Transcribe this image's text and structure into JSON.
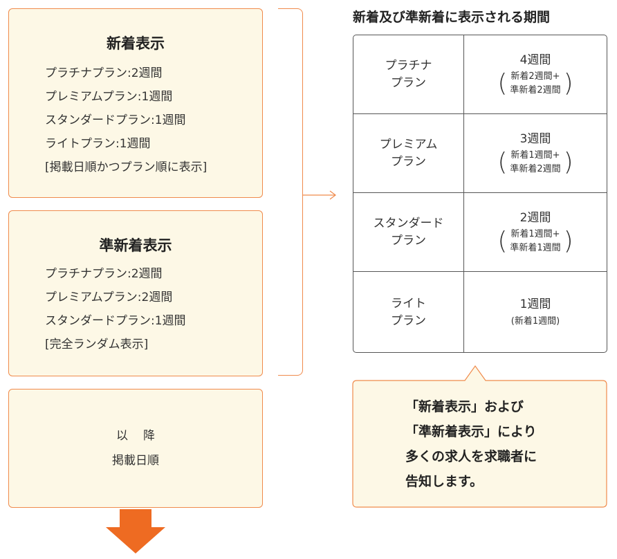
{
  "new_display": {
    "title": "新着表示",
    "items": [
      "プラチナプラン:2週間",
      "プレミアムプラン:1週間",
      "スタンダードプラン:1週間",
      "ライトプラン:1週間",
      "[掲載日順かつプラン順に表示]"
    ]
  },
  "semi_new_display": {
    "title": "準新着表示",
    "items": [
      "プラチナプラン:2週間",
      "プレミアムプラン:2週間",
      "スタンダードプラン:1週間",
      "[完全ランダム表示]"
    ]
  },
  "after": {
    "line1": "以降",
    "line2": "掲載日順"
  },
  "period_table": {
    "title": "新着及び準新着に表示される期間",
    "rows": [
      {
        "plan_line1": "プラチナ",
        "plan_line2": "プラン",
        "total": "4週間",
        "detail1": "新着2週間+",
        "detail2": "準新着2週間"
      },
      {
        "plan_line1": "プレミアム",
        "plan_line2": "プラン",
        "total": "3週間",
        "detail1": "新着1週間+",
        "detail2": "準新着2週間"
      },
      {
        "plan_line1": "スタンダード",
        "plan_line2": "プラン",
        "total": "2週間",
        "detail1": "新着1週間+",
        "detail2": "準新着1週間"
      },
      {
        "plan_line1": "ライト",
        "plan_line2": "プラン",
        "total": "1週間",
        "detail_single": "(新着1週間)"
      }
    ]
  },
  "callout": {
    "lines": [
      "「新着表示」および",
      "「準新着表示」により",
      "多くの求人を求職者に",
      "告知します。"
    ]
  },
  "colors": {
    "accent": "#f08a4b",
    "arrow": "#ee6b22",
    "box_fill": "#fdf8e6",
    "border": "#555555"
  }
}
